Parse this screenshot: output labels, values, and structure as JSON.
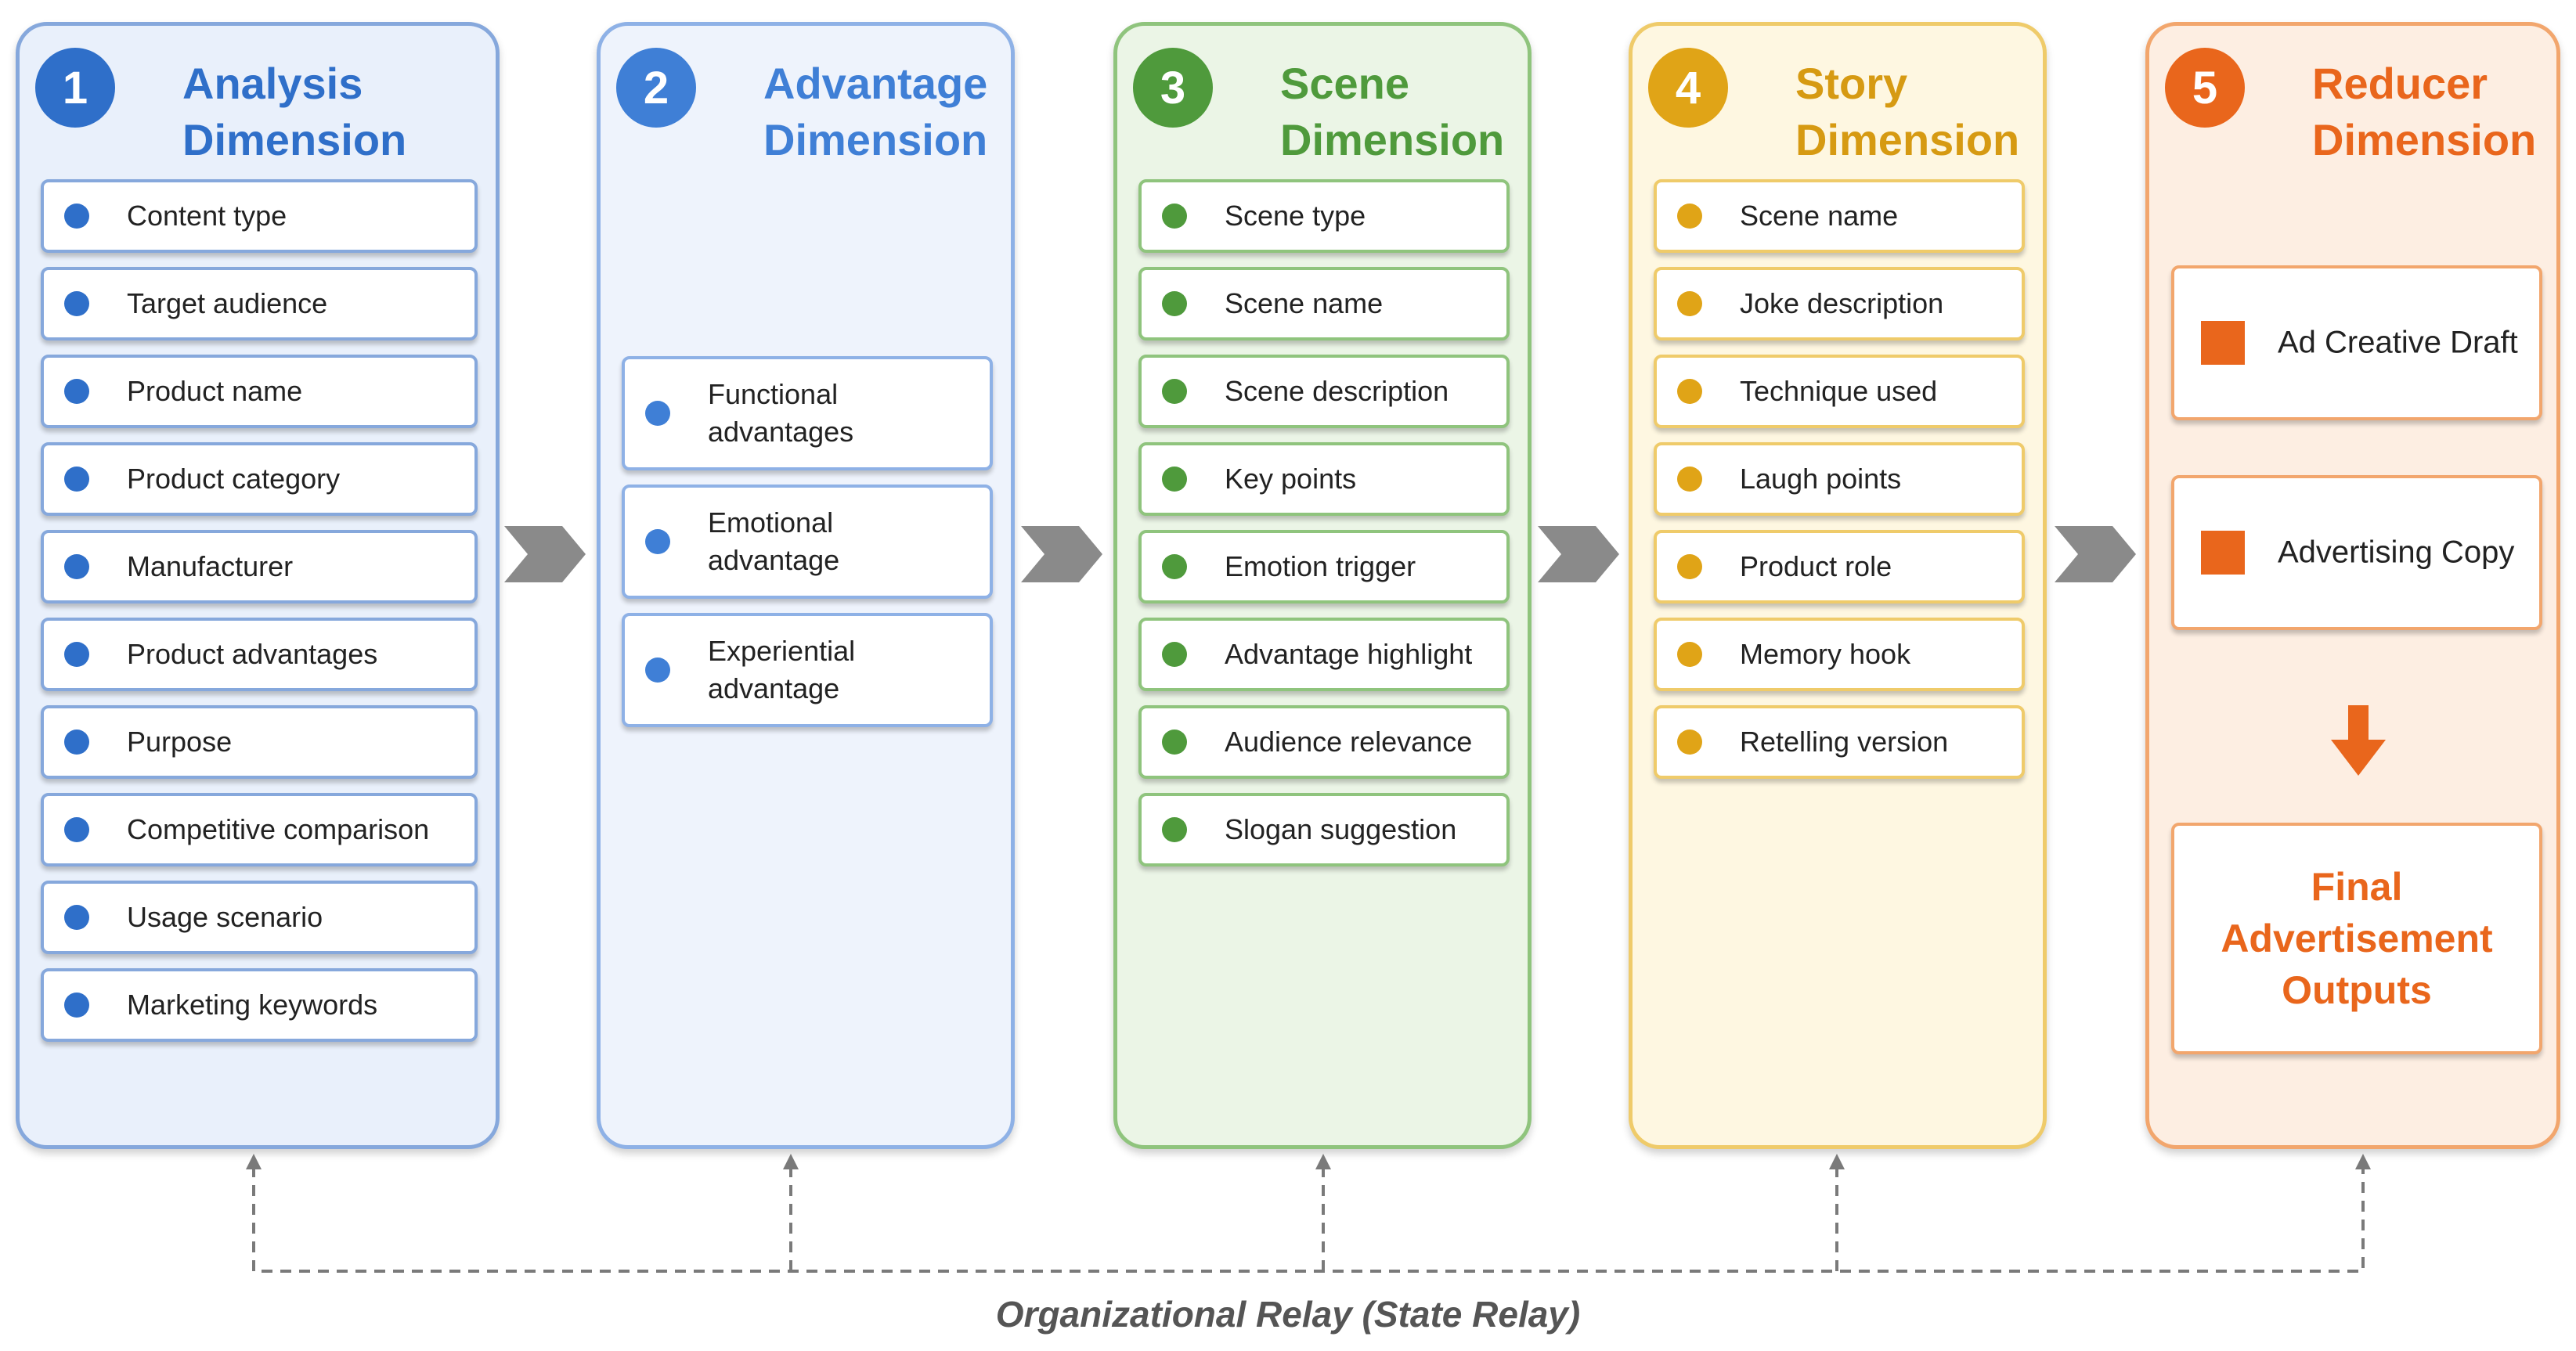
{
  "panels": [
    {
      "number": "1",
      "title_line1": "Analysis",
      "title_line2": "Dimension",
      "items": [
        "Content type",
        "Target audience",
        "Product name",
        "Product category",
        "Manufacturer",
        "Product advantages",
        "Purpose",
        "Competitive comparison",
        "Usage scenario",
        "Marketing keywords"
      ]
    },
    {
      "number": "2",
      "title_line1": "Advantage",
      "title_line2": "Dimension",
      "items": [
        {
          "line1": "Functional",
          "line2": "advantages"
        },
        {
          "line1": "Emotional",
          "line2": "advantage"
        },
        {
          "line1": "Experiential",
          "line2": "advantage"
        }
      ]
    },
    {
      "number": "3",
      "title_line1": "Scene",
      "title_line2": "Dimension",
      "items": [
        "Scene type",
        "Scene name",
        "Scene description",
        "Key points",
        "Emotion trigger",
        "Advantage highlight",
        "Audience relevance",
        "Slogan suggestion"
      ]
    },
    {
      "number": "4",
      "title_line1": "Story",
      "title_line2": "Dimension",
      "items": [
        "Scene name",
        "Joke description",
        "Technique used",
        "Laugh points",
        "Product role",
        "Memory hook",
        "Retelling version"
      ]
    },
    {
      "number": "5",
      "title_line1": "Reducer",
      "title_line2": "Dimension",
      "outputs": [
        "Ad Creative Draft",
        "Advertising Copy"
      ],
      "final_line1": "Final",
      "final_line2": "Advertisement",
      "final_line3": "Outputs"
    }
  ],
  "relay_caption": "Organizational Relay (State Relay)",
  "colors": {
    "analysis": "#2f6fc9",
    "advantage": "#3f7fd6",
    "scene": "#4f9a3c",
    "story": "#e0a417",
    "reducer": "#e9661c",
    "flow_arrow": "#8a8a8a"
  }
}
